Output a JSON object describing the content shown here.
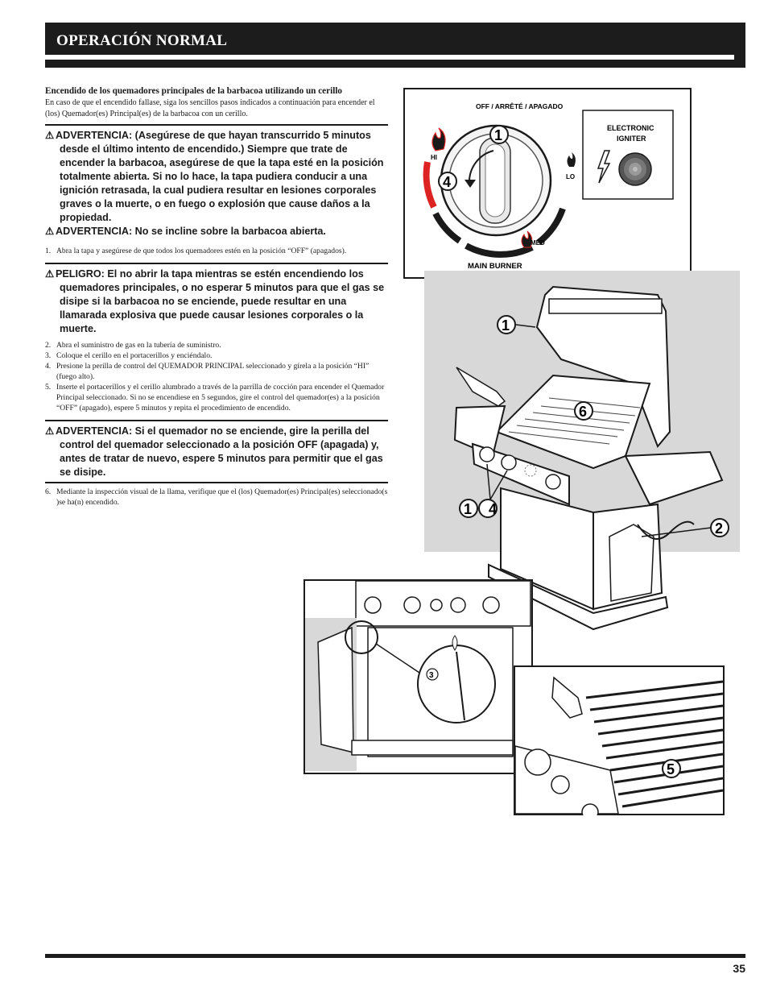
{
  "header": {
    "title": "OPERACIÓN NORMAL"
  },
  "section": {
    "heading": "Encendido de los quemadores principales de la barbacoa utilizando un cerillo",
    "intro": "En caso de que el encendido fallase, siga los sencillos pasos indicados a continuación para encender el (los) Quemador(es) Principal(es) de la barbacoa con un cerillo."
  },
  "warnings": {
    "w1": "ADVERTENCIA: (Asegúrese de que hayan transcurrido 5 minutos desde el último intento de encendido.) Siempre que trate de encender la barbacoa, asegúrese de que la tapa esté en la posición totalmente abierta. Si no lo hace, la tapa pudiera conducir a una ignición retrasada, la cual pudiera resultar en lesiones corporales graves o la muerte, o en fuego o explosión que cause daños a la propiedad.",
    "w2": "ADVERTENCIA: No se incline sobre la barbacoa abierta.",
    "w3": "PELIGRO: El no abrir la tapa mientras se estén encendiendo los quemadores principales, o no esperar 5 minutos para que el gas se disipe si la barbacoa no se enciende, puede resultar en una llamarada explosiva que puede causar lesiones corporales o la muerte.",
    "w4": "ADVERTENCIA: Si el quemador no se enciende, gire la perilla del control del quemador seleccionado a la posición OFF (apagada) y,  antes de tratar de nuevo, espere 5 minutos para permitir que el gas se disipe."
  },
  "steps": [
    {
      "num": "1.",
      "text": "Abra la tapa y asegúrese de que todos los quemadores estén en la posición “OFF” (apagados)."
    },
    {
      "num": "2.",
      "text": "Abra el suministro de gas en la tubería de suministro."
    },
    {
      "num": "3.",
      "text": "Coloque el cerillo en el portacerillos y enciéndalo."
    },
    {
      "num": "4.",
      "text": "Presione la perilla de control del QUEMADOR PRINCIPAL seleccionado y gírela a la posición “HI” (fuego alto)."
    },
    {
      "num": "5.",
      "text": "Inserte el portacerillos y el cerillo alumbrado a través de la parrilla de cocción para encender el Quemador Principal seleccionado. Si no se encendiese en 5 segundos, gire el control del quemador(es) a la posición “OFF” (apagado), espere 5 minutos y repita el procedimiento de encendido."
    },
    {
      "num": "6.",
      "text": "Mediante la inspección visual de la llama, verifique que el (los) Quemador(es) Principal(es) seleccionado(s )se ha(n) encendido."
    }
  ],
  "knob_figure": {
    "off_label": "OFF / ARRÊTÉ / APAGADO",
    "hi": "HI",
    "lo": "LO",
    "med": "MED",
    "main_burner": "MAIN BURNER",
    "igniter": "ELECTRONIC\nIGNITER",
    "callout_1": "1",
    "callout_4": "4"
  },
  "grill_figure": {
    "callout_1": "1",
    "callout_6": "6",
    "callout_14": "1 4",
    "callout_2": "2"
  },
  "cabinet_figure": {
    "callout_3": "3"
  },
  "grate_figure": {
    "callout_5": "5"
  },
  "footer": {
    "page_number": "35"
  }
}
